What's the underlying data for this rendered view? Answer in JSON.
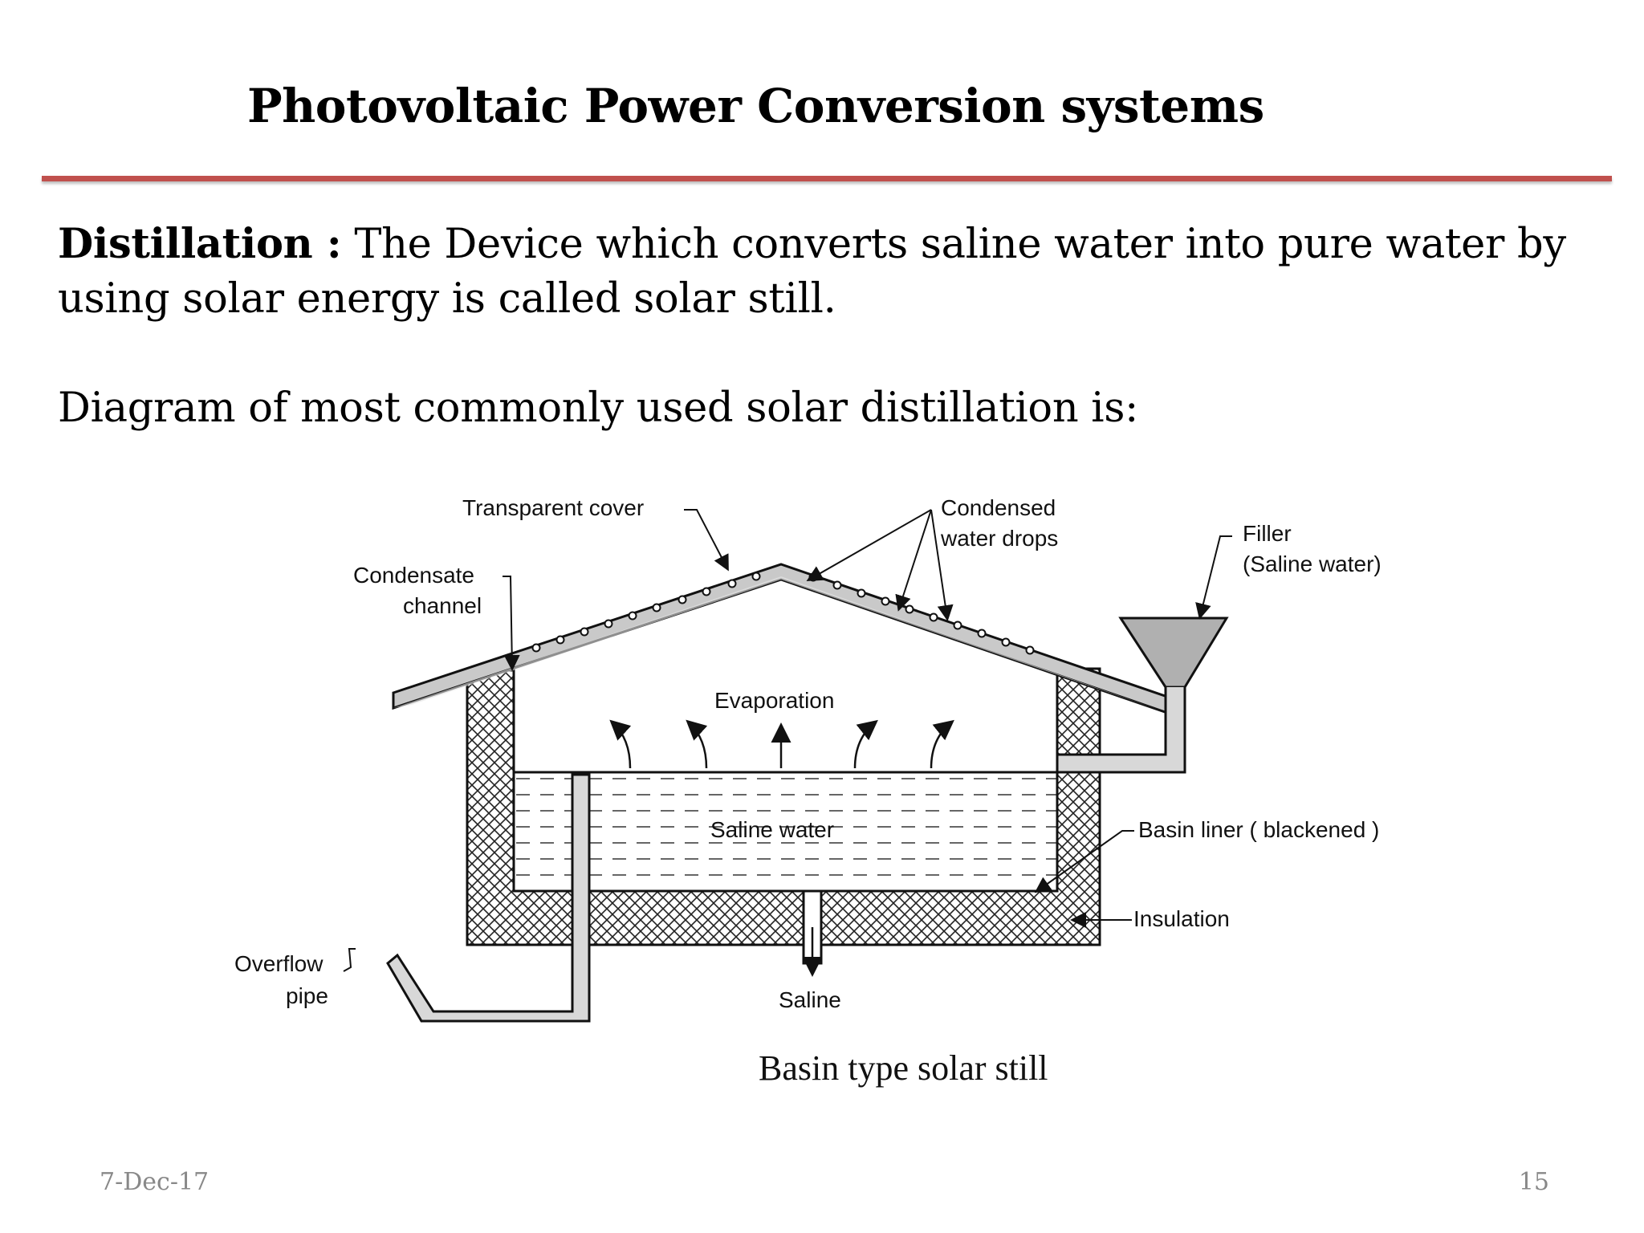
{
  "slide": {
    "title": "Photovoltaic Power Conversion systems",
    "definition_term": "Distillation :",
    "definition_text": " The Device which converts saline water into pure water by using solar energy is called solar still.",
    "diagram_intro": "Diagram of most commonly  used solar distillation is:",
    "accent_color": "#c0504d"
  },
  "diagram": {
    "labels": {
      "transparent_cover": "Transparent cover",
      "condensed_line1": "Condensed",
      "condensed_line2": "water drops",
      "filler_line1": "Filler",
      "filler_line2": "(Saline water)",
      "condensate_line1": "Condensate",
      "condensate_line2": "channel",
      "evaporation": "Evaporation",
      "saline_water": "Saline water",
      "basin_liner": "Basin liner ( blackened )",
      "insulation": "Insulation",
      "overflow_line1": "Overflow",
      "overflow_line2": "pipe",
      "saline_outlet": "Saline"
    },
    "caption": "Basin type solar still"
  },
  "footer": {
    "date": "7-Dec-17",
    "page_number": "15"
  }
}
